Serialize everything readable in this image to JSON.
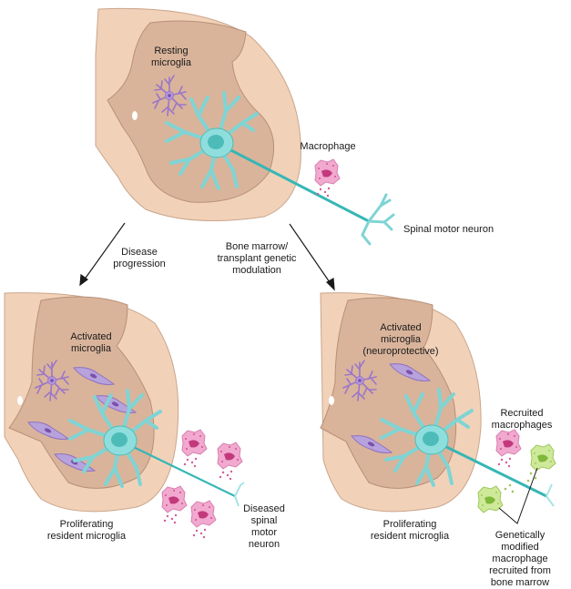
{
  "title": "Microglia and macrophage involvement in spinal motor neuron disease",
  "colors": {
    "outer_cord": "#f1d2b9",
    "outer_cord_edge": "#c9a58c",
    "gray_matter": "#d9b49b",
    "gray_matter_edge": "#b78f77",
    "neuron": "#7fd4d4",
    "neuron_edge": "#34a6a8",
    "neuron_nucleus": "#4dbcb8",
    "axon": "#36b6b6",
    "resting_microglia": "#9b76c8",
    "activated_microglia": "#b7a2dc",
    "macrophage": "#f2a9cf",
    "macrophage_nucleus": "#c2397c",
    "modified_macrophage": "#c9e68f",
    "modified_macrophage_nucleus": "#7fb83a",
    "arrow": "#1a1a1a",
    "text": "#1a1a1a"
  },
  "panels": {
    "top": {
      "state": "Normal",
      "labels": {
        "resting_microglia": [
          "Resting",
          "microglia"
        ],
        "macrophage": [
          "Macrophage"
        ],
        "neuron": [
          "Spinal motor neuron"
        ]
      }
    },
    "bottom_left": {
      "state": "Disease progression",
      "labels": {
        "activated_microglia": [
          "Activated",
          "microglia"
        ],
        "proliferating": [
          "Proliferating",
          "resident microglia"
        ],
        "neuron": [
          "Diseased",
          "spinal",
          "motor",
          "neuron"
        ]
      }
    },
    "bottom_right": {
      "state": "Bone marrow/transplant genetic modulation",
      "labels": {
        "activated_microglia": [
          "Activated",
          "microglia",
          "(neuroprotective)"
        ],
        "recruited": [
          "Recruited",
          "macrophages"
        ],
        "proliferating": [
          "Proliferating",
          "resident microglia"
        ],
        "modified": [
          "Genetically",
          "modified",
          "macrophage",
          "recruited from",
          "bone marrow"
        ]
      }
    }
  },
  "arrows": {
    "left": [
      "Disease",
      "progression"
    ],
    "right": [
      "Bone marrow/",
      "transplant genetic",
      "modulation"
    ]
  }
}
